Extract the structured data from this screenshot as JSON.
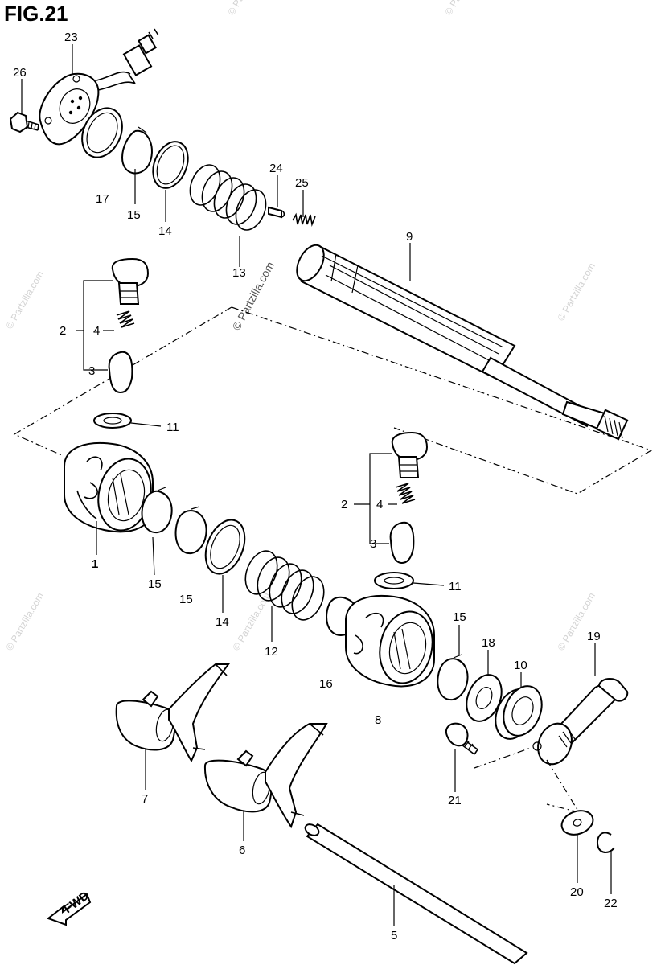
{
  "figure": {
    "title": "FIG.21"
  },
  "watermark": {
    "text": "© Partzilla.com"
  },
  "callouts": {
    "p1": "1",
    "p2_upper": "2",
    "p2_lower": "2",
    "p3_upper": "3",
    "p3_lower": "3",
    "p4_upper": "4",
    "p4_lower": "4",
    "p5": "5",
    "p6": "6",
    "p7": "7",
    "p8": "8",
    "p9": "9",
    "p10": "10",
    "p11_upper": "11",
    "p11_lower": "11",
    "p12": "12",
    "p13": "13",
    "p14_upper": "14",
    "p14_lower": "14",
    "p15_upper": "15",
    "p15_lower_a": "15",
    "p15_lower_b": "15",
    "p15_right": "15",
    "p16": "16",
    "p17": "17",
    "p18": "18",
    "p19": "19",
    "p20": "20",
    "p21": "21",
    "p22": "22",
    "p23": "23",
    "p24": "24",
    "p25": "25",
    "p26": "26"
  },
  "direction_marker": {
    "text": "FWD"
  }
}
